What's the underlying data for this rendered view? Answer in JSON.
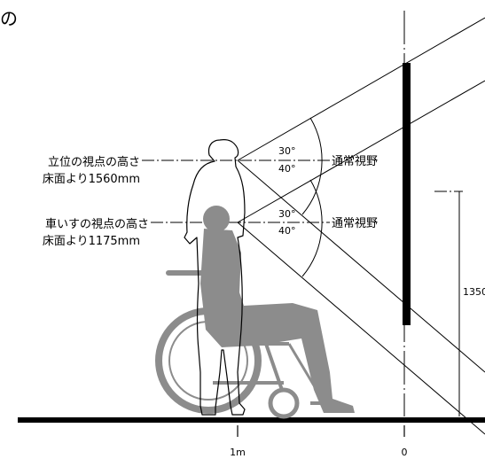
{
  "header_fragment": "の",
  "standing": {
    "label_line1": "立位の視点の高さ",
    "label_line2": "床面より1560mm",
    "angle_up": "30°",
    "angle_down": "40°",
    "field_label": "通常視野"
  },
  "wheelchair": {
    "label_line1": "車いすの視点の高さ",
    "label_line2": "床面より1175mm",
    "angle_up": "30°",
    "angle_down": "40°",
    "field_label": "通常視野"
  },
  "dimension_label": "1350",
  "ground_marks": {
    "one_meter": "1m",
    "zero": "0"
  },
  "colors": {
    "ink": "#000000",
    "wheelchair_figure": "#8c8c8c"
  }
}
